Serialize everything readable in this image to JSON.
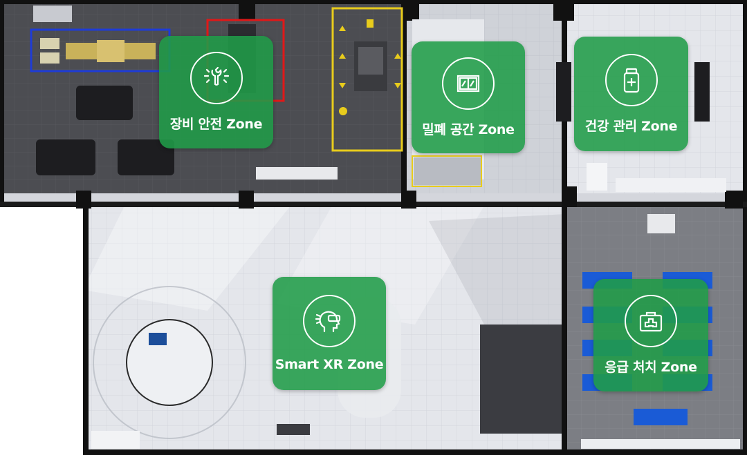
{
  "zones": [
    {
      "label": "장비 안전 Zone",
      "icon": "wrench-gear-icon"
    },
    {
      "label": "밀폐 공간 Zone",
      "icon": "window-icon"
    },
    {
      "label": "건강 관리 Zone",
      "icon": "medicine-bottle-icon"
    },
    {
      "label": "Smart XR Zone",
      "icon": "vr-headset-icon"
    },
    {
      "label": "응급 처치 Zone",
      "icon": "first-aid-kit-icon"
    }
  ],
  "colors": {
    "zone_fill": "#209C48",
    "floor_dark": "#4a4b50",
    "floor_light": "#dfe2e8",
    "wall": "#111111",
    "safety_yellow": "#e8cc1c",
    "outline_red": "#e01818",
    "outline_blue": "#1e3cd6",
    "mat_blue": "#1a5bd6"
  }
}
